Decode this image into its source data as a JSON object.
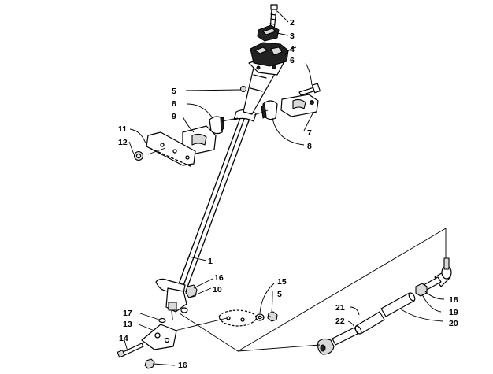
{
  "callouts": {
    "c1": "1",
    "c2": "2",
    "c3": "3",
    "c4": "4",
    "c5a": "5",
    "c5b": "5",
    "c6": "6",
    "c7": "7",
    "c8a": "8",
    "c8b": "8",
    "c9": "9",
    "c10": "10",
    "c11": "11",
    "c12": "12",
    "c13": "13",
    "c14": "14",
    "c15": "15",
    "c16a": "16",
    "c16b": "16",
    "c17": "17",
    "c18": "18",
    "c19": "19",
    "c20": "20",
    "c21": "21",
    "c22": "22"
  }
}
